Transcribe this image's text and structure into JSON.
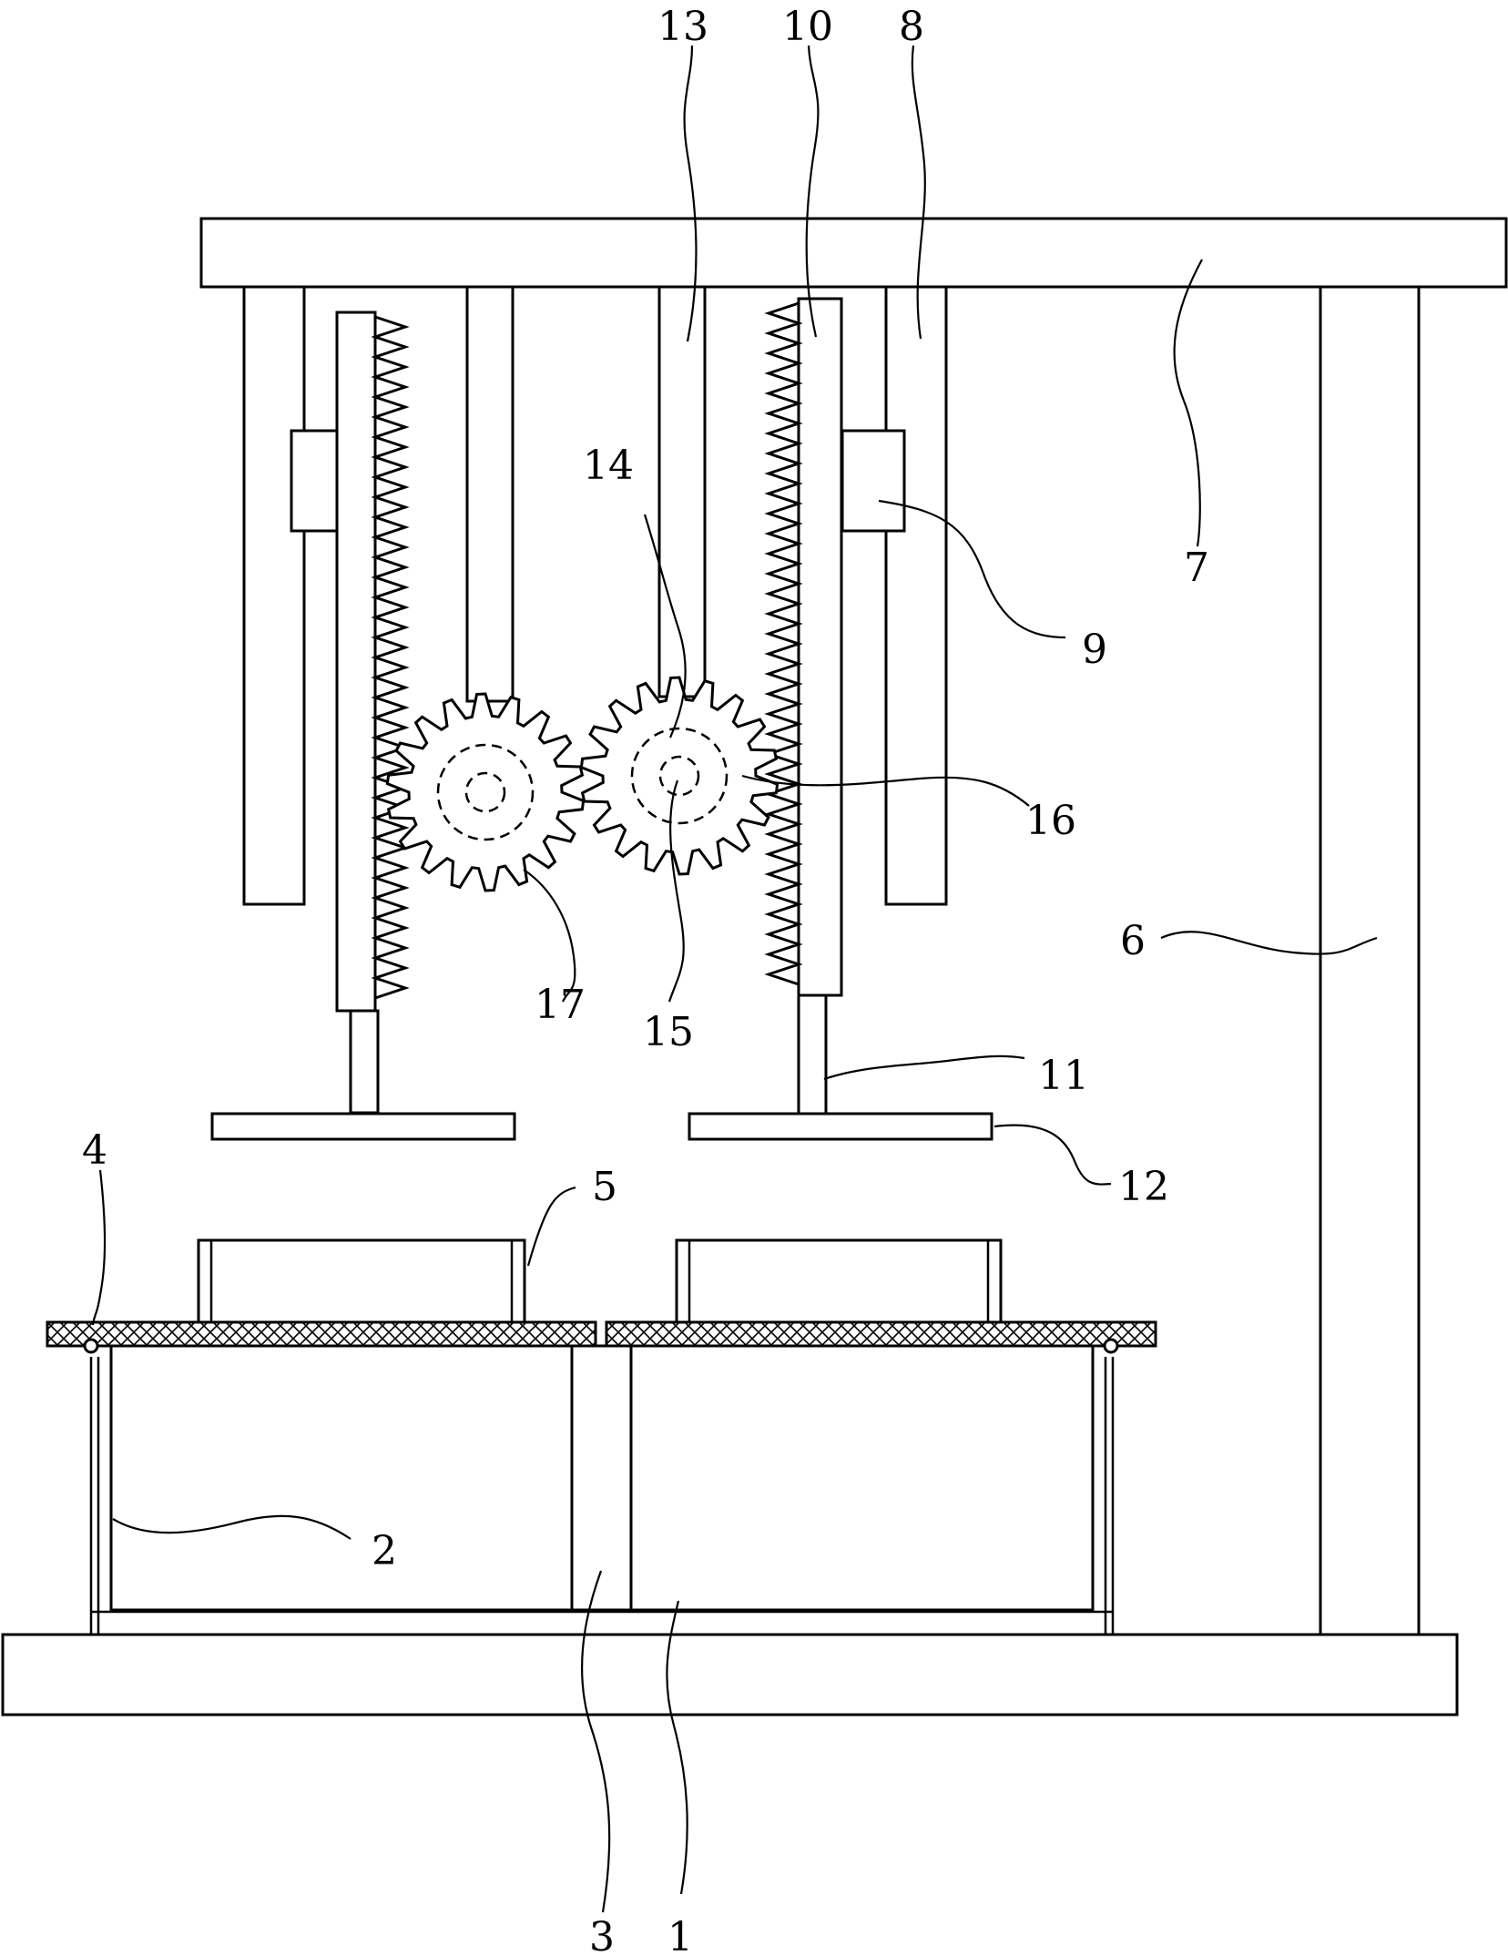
{
  "labels": {
    "l1": "1",
    "l2": "2",
    "l3": "3",
    "l4": "4",
    "l5": "5",
    "l6": "6",
    "l7": "7",
    "l8": "8",
    "l9": "9",
    "l10": "10",
    "l11": "11",
    "l12": "12",
    "l13": "13",
    "l14": "14",
    "l15": "15",
    "l16": "16",
    "l17": "17"
  },
  "colors": {
    "line": "#000000",
    "background": "#ffffff"
  }
}
